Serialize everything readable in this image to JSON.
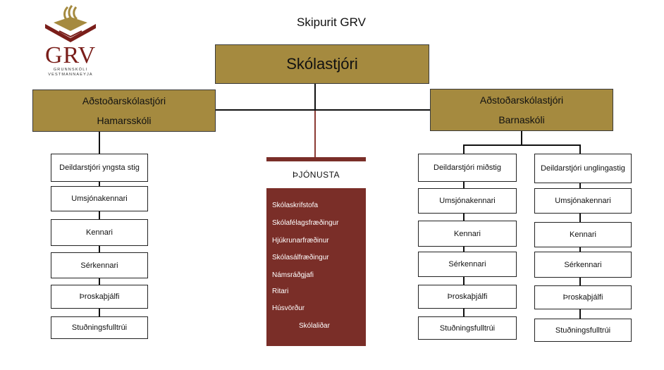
{
  "logo": {
    "letters": "GRV",
    "sub_line1": "GRUNNSKÓLI",
    "sub_line2": "VESTMANNAEYJA"
  },
  "title": "Skipurit GRV",
  "principal": "Skólastjóri",
  "left_branch": {
    "role": "Aðstoðarskólastjóri",
    "school": "Hamarsskóli",
    "boxes": [
      "Deildarstjóri yngsta stig",
      "Umsjónakennari",
      "Kennari",
      "Sérkennari",
      "Þroskaþjálfi",
      "Stuðningsfulltrúi"
    ]
  },
  "right_branch": {
    "role": "Aðstoðarskólastjóri",
    "school": "Barnaskóli",
    "col1": [
      "Deildarstjóri miðstig",
      "Umsjónakennari",
      "Kennari",
      "Sérkennari",
      "Þroskaþjálfi",
      "Stuðningsfulltrúi"
    ],
    "col2": [
      "Deildarstjóri unglingastig",
      "Umsjónakennari",
      "Kennari",
      "Sérkennari",
      "Þroskaþjálfi",
      "Stuðningsfulltrúi"
    ]
  },
  "services": {
    "heading": "ÞJÓNUSTA",
    "items": [
      "Skólaskrifstofa",
      "Skólafélagsfræðingur",
      "Hjúkrunarfræðinur",
      "Skólasálfræðingur",
      "Námsráðgjafi",
      "Ritari",
      "Húsvörður",
      "Skólaliðar"
    ]
  },
  "colors": {
    "gold": "#a58a3f",
    "maroon": "#7a2e28",
    "services_line": "#8b3a33"
  }
}
